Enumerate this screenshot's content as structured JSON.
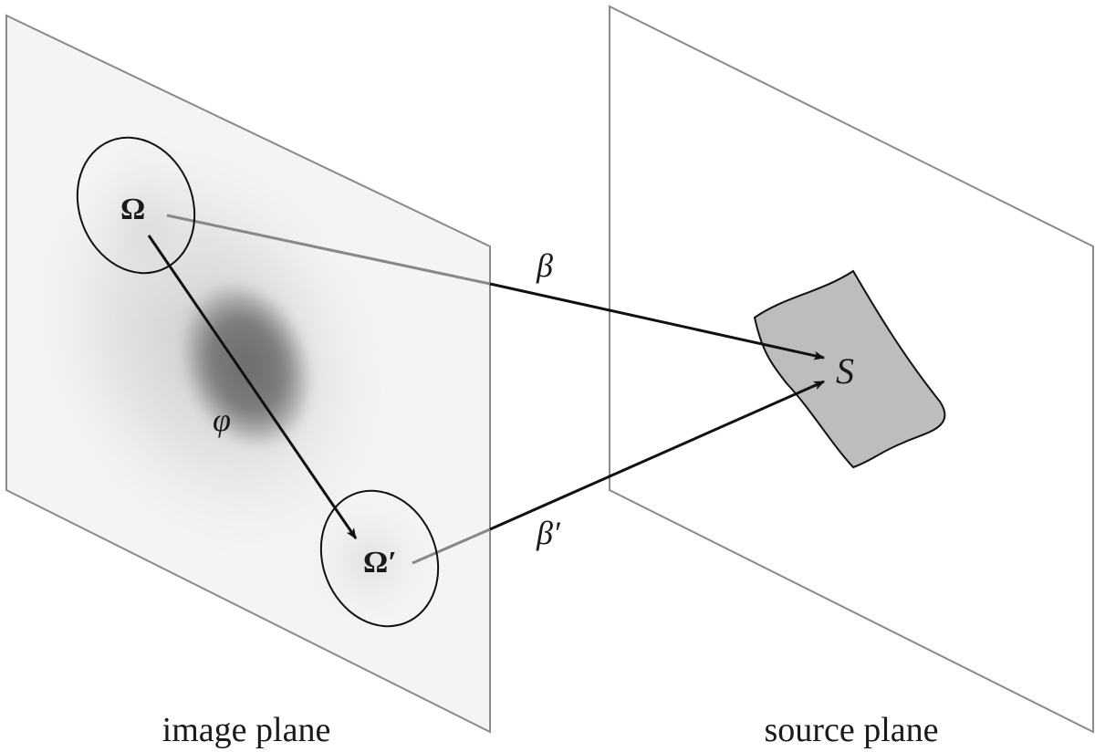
{
  "labels": {
    "image_plane": "image plane",
    "source_plane": "source plane",
    "omega": "Ω",
    "omega_prime": "Ω′",
    "beta": "β",
    "beta_prime": "β′",
    "phi": "φ",
    "source": "S"
  },
  "colors": {
    "plane_edge": "#8a8a8a",
    "arrow": "#111111",
    "faded_arrow": "#888888",
    "source_fill": "#bdbdbd",
    "lens_galaxy": "#6e6e6e"
  }
}
